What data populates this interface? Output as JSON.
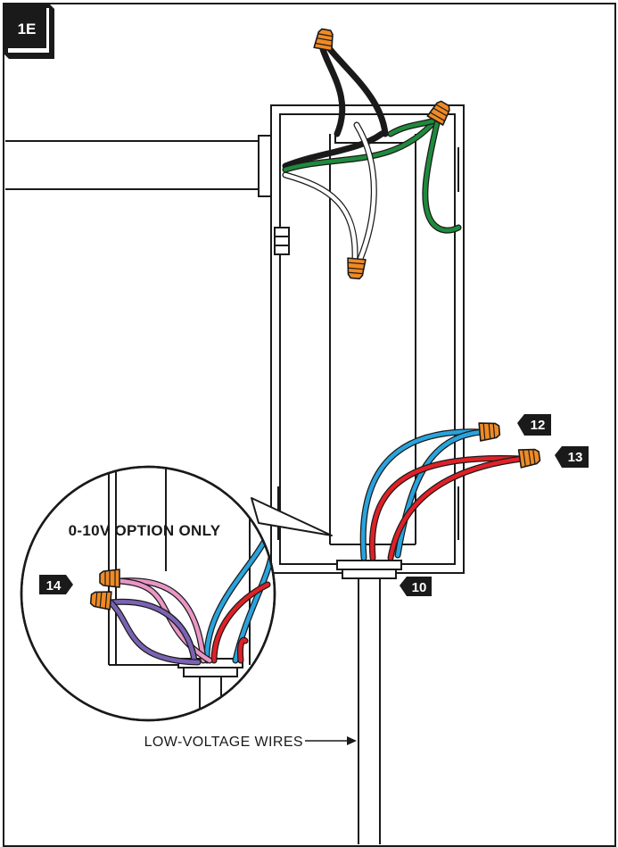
{
  "step_label": "1E",
  "callouts": {
    "c12": "12",
    "c13": "13",
    "c14": "14",
    "c10": "10"
  },
  "zoom_label": "0-10V OPTION ONLY",
  "low_voltage_label": "LOW-VOLTAGE WIRES",
  "colors": {
    "outline": "#1a1a1a",
    "wire_black": "#1a1a1a",
    "wire_green": "#1f8a3c",
    "wire_white": "#ffffff",
    "wire_blue": "#2aa3dc",
    "wire_red": "#e02127",
    "wire_pink": "#e996c6",
    "wire_purple": "#7a63b4",
    "wire_nut": "#f08a24",
    "callout_bg": "#1a1a1a"
  },
  "icons": [
    "wire-nut-icon",
    "arrow-right-icon"
  ]
}
